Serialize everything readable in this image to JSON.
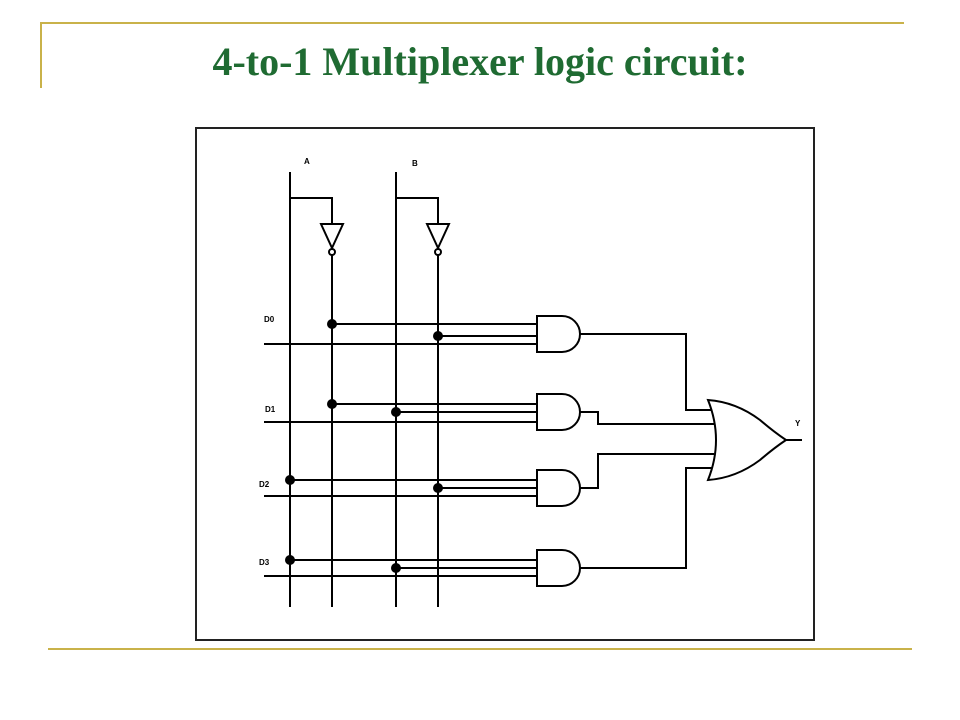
{
  "slide": {
    "title": "4-to-1 Multiplexer logic circuit:"
  },
  "diagram": {
    "labels": {
      "a": "A",
      "b": "B",
      "d0": "D0",
      "d1": "D1",
      "d2": "D2",
      "d3": "D3",
      "y": "Y"
    }
  },
  "colors": {
    "title": "#1f6b32",
    "accent": "#c9b24a"
  }
}
